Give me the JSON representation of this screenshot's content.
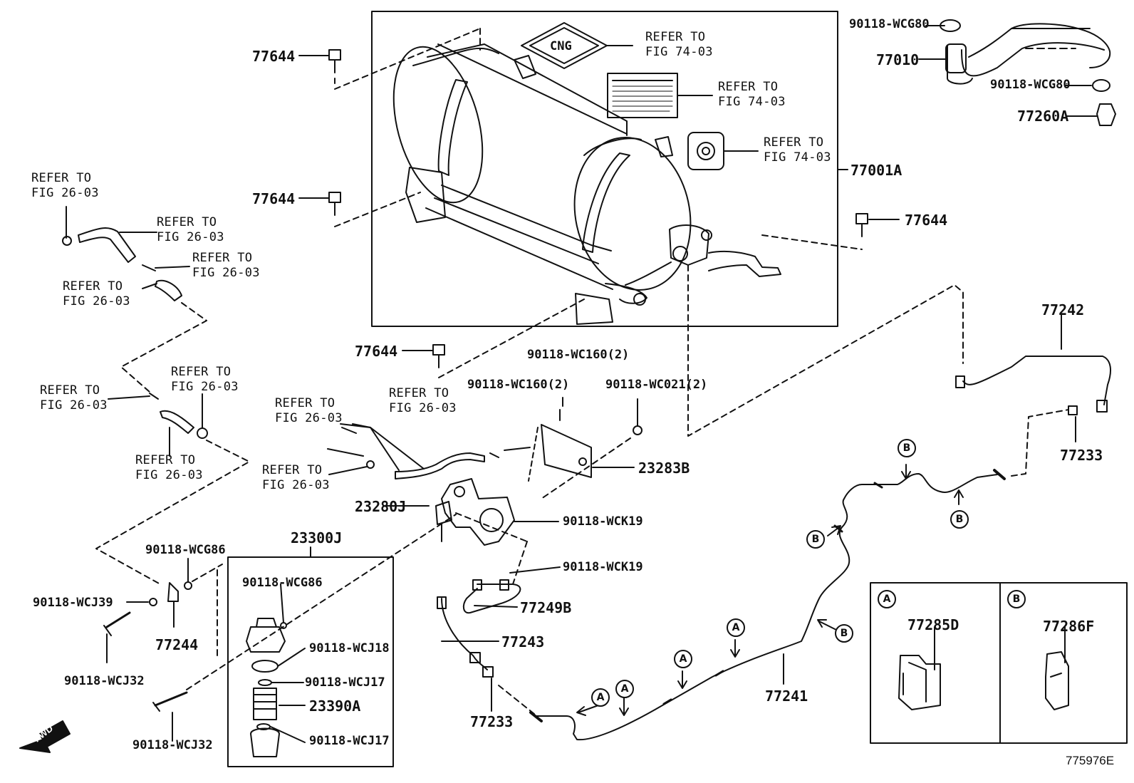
{
  "figure_code": "775976E",
  "fwd_label": "FWD",
  "cng_label": "CNG",
  "labels": {
    "p77644_a": "77644",
    "p77644_b": "77644",
    "p77644_c": "77644",
    "p77644_d": "77644",
    "refer_cng": "REFER TO\nFIG 74-03",
    "refer_warning": "REFER TO\nFIG 74-03",
    "refer_valve": "REFER TO\nFIG 74-03",
    "p77001A": "77001A",
    "wcg80_a": "90118-WCG80",
    "p77010": "77010",
    "wcg80_b": "90118-WCG80",
    "p77260A": "77260A",
    "refer_l1": "REFER TO\nFIG 26-03",
    "refer_l2": "REFER TO\nFIG 26-03",
    "refer_l3": "REFER TO\nFIG 26-03",
    "refer_l4": "REFER TO\nFIG 26-03",
    "refer_l5": "REFER TO\nFIG 26-03",
    "refer_l6": "REFER TO\nFIG 26-03",
    "refer_l7": "REFER TO\nFIG 26-03",
    "refer_c1": "REFER TO\nFIG 26-03",
    "refer_c2": "REFER TO\nFIG 26-03",
    "refer_c3": "REFER TO\nFIG 26-03",
    "wc160_a": "90118-WC160(2)",
    "wc160_b": "90118-WC160(2)",
    "wc021": "90118-WC021(2)",
    "p23283B": "23283B",
    "p23280J": "23280J",
    "wck19_a": "90118-WCK19",
    "wck19_b": "90118-WCK19",
    "p77249B": "77249B",
    "p77243": "77243",
    "p77233_a": "77233",
    "p77233_b": "77233",
    "p77242": "77242",
    "p77241": "77241",
    "p23300J": "23300J",
    "wcg86_a": "90118-WCG86",
    "wcg86_b": "90118-WCG86",
    "wcj18": "90118-WCJ18",
    "wcj17_a": "90118-WCJ17",
    "wcj17_b": "90118-WCJ17",
    "p23390A": "23390A",
    "wcj39": "90118-WCJ39",
    "p77244": "77244",
    "wcj32_a": "90118-WCJ32",
    "wcj32_b": "90118-WCJ32",
    "p77285D": "77285D",
    "p77286F": "77286F"
  },
  "callouts": {
    "a": "A",
    "b": "B"
  }
}
